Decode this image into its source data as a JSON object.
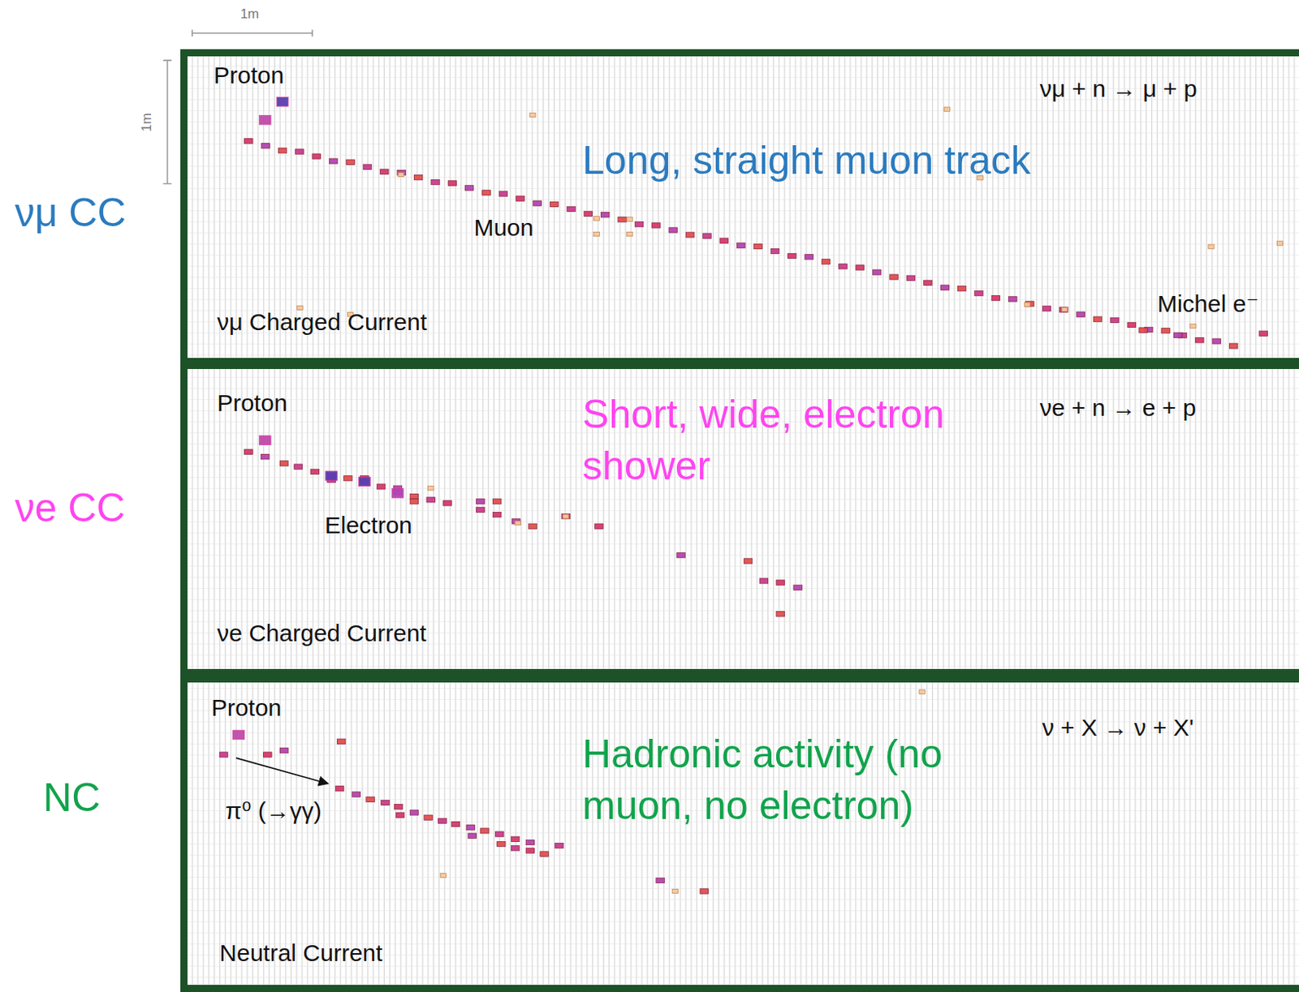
{
  "diagram": {
    "nodes": [
      {
        "text": [
          "νμ CC",
          "Proton",
          "νμ + n → μ + p",
          "Long, straight muon track",
          "Muon",
          "Michel e⁻",
          "νμ Charged Current"
        ]
      },
      {
        "text": [
          "νe CC",
          "Proton",
          "νe + n → e + p",
          "Short, wide, electron shower",
          "Electron",
          "νe Charged Current"
        ]
      },
      {
        "text": [
          "NC",
          "Proton",
          "ν + X → ν + X'",
          "Hadronic activity (no muon, no electron)",
          "π⁰ (→γγ)",
          "Neutral Current"
        ]
      }
    ],
    "labels": [
      "1m",
      "1m"
    ]
  }
}
